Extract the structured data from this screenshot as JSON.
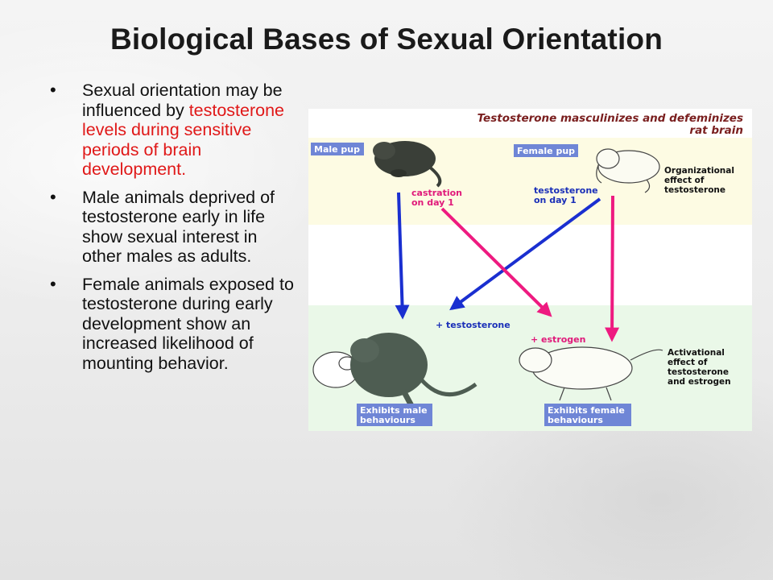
{
  "slide": {
    "title": "Biological Bases of Sexual Orientation",
    "bullets": [
      {
        "pre": "Sexual orientation may be influenced by ",
        "highlight": "testosterone levels during sensitive periods of brain development."
      },
      {
        "text": "Male animals deprived of testosterone early in life show sexual interest in other males as adults."
      },
      {
        "text": "Female animals exposed to testosterone during early development show an increased likelihood of mounting behavior."
      }
    ],
    "highlight_color": "#e01818"
  },
  "figure": {
    "title_line1": "Testosterone masculinizes and defeminizes",
    "title_line2": "rat brain",
    "male_pup": "Male pup",
    "female_pup": "Female pup",
    "organizational": [
      "Organizational",
      "effect of",
      "testosterone"
    ],
    "castration": [
      "castration",
      "on day 1"
    ],
    "testosterone_day": [
      "testosterone",
      "on day 1"
    ],
    "plus_testosterone": "+ testosterone",
    "plus_estrogen": "+ estrogen",
    "activational": [
      "Activational",
      "effect of",
      "testosterone",
      "and estrogen"
    ],
    "exhibits_male": [
      "Exhibits male",
      "behaviours"
    ],
    "exhibits_female": [
      "Exhibits female",
      "behaviours"
    ],
    "colors": {
      "band_top": "#fdfbe3",
      "band_bottom": "#eaf8e8",
      "label_box": "#6f86d6",
      "arrow_blue": "#1a2fd0",
      "arrow_pink": "#ee1a80"
    }
  }
}
